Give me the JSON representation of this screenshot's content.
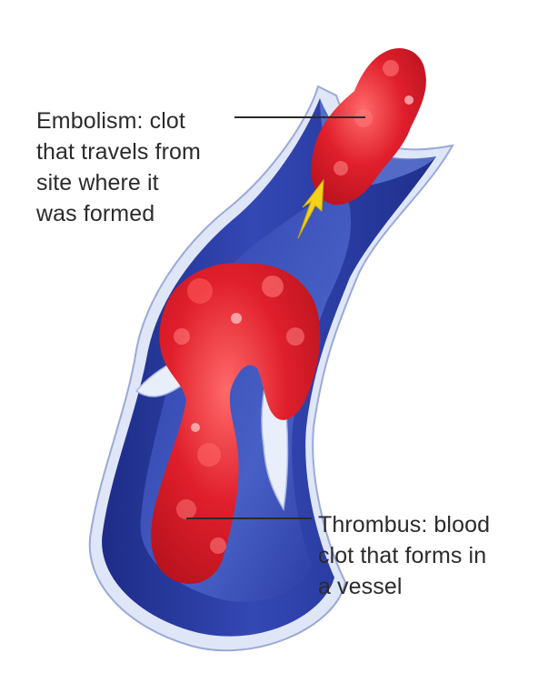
{
  "labels": {
    "embolism": {
      "lines": [
        "Embolism: clot",
        "that travels from",
        "site where it",
        "was formed"
      ]
    },
    "thrombus": {
      "lines": [
        "Thrombus: blood",
        "clot that forms in",
        "a vessel"
      ]
    }
  },
  "colors": {
    "vessel_dark": "#1d2c86",
    "vessel_mid": "#3448b5",
    "vessel_light": "#8fa3e0",
    "vessel_wall": "#dfe6f7",
    "clot": "#e01f2c",
    "clot_highlight": "#ff6a6a",
    "arrow": "#f2d21b",
    "leader_line": "#2b2b2b"
  },
  "icons": {
    "flow_arrow": "yellow-arrow-icon"
  }
}
